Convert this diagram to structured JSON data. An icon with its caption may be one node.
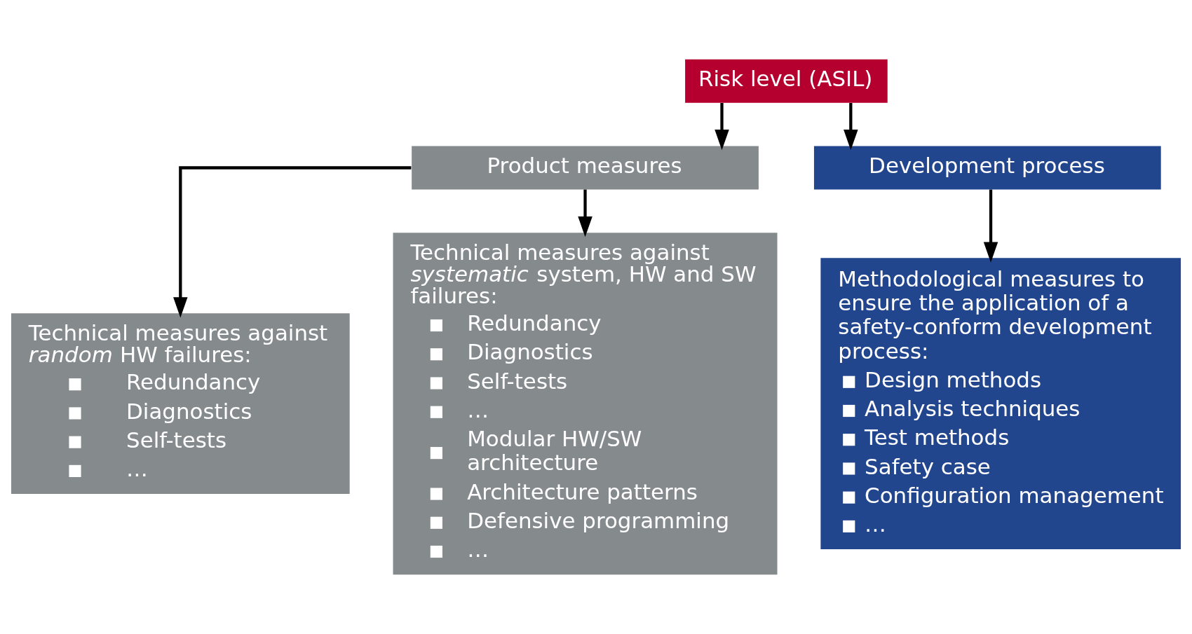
{
  "diagram": {
    "nodes": [
      {
        "text": [
          "Risk level (ASIL)"
        ]
      },
      {
        "text": [
          "Product measures"
        ]
      },
      {
        "text": [
          "Development process"
        ]
      },
      {
        "text": [
          "Technical measures against *random* HW failures:",
          "Redundancy",
          "Diagnostics",
          "Self-tests",
          "…"
        ]
      },
      {
        "text": [
          "Technical measures against *systematic* system, HW and SW failures:",
          "Redundancy",
          "Diagnostics",
          "Self-tests",
          "…",
          "Modular HW/SW architecture",
          "Architecture patterns",
          "Defensive programming",
          "…"
        ]
      },
      {
        "text": [
          "Methodological measures to ensure the application of a safety-conform development process:",
          "Design methods",
          "Analysis techniques",
          "Test methods",
          "Safety case",
          "Configuration management",
          "…"
        ]
      }
    ],
    "edges": [
      {
        "from": 0,
        "to": 1,
        "arrow": "to"
      },
      {
        "from": 0,
        "to": 2,
        "arrow": "to"
      },
      {
        "from": 1,
        "to": 3,
        "arrow": "to"
      },
      {
        "from": 1,
        "to": 4,
        "arrow": "to"
      },
      {
        "from": 2,
        "to": 5,
        "arrow": "to"
      }
    ]
  }
}
